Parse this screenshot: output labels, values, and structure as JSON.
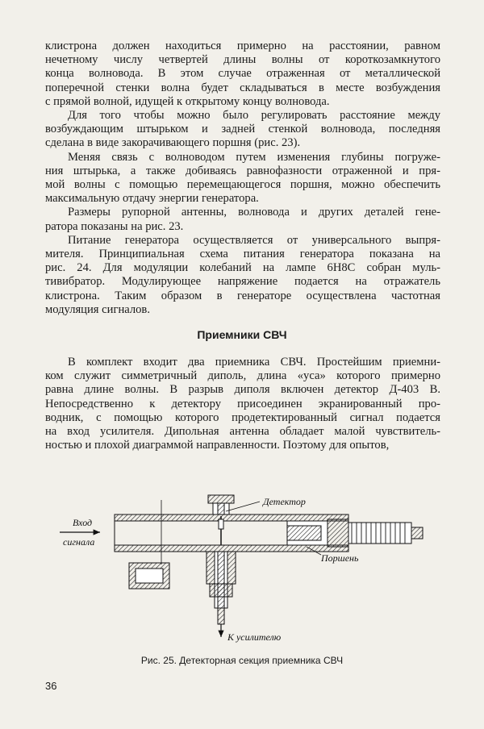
{
  "paragraphs_top": [
    {
      "indent": false,
      "lines": [
        "клистрона должен находиться примерно на расстоянии, равном",
        "нечетному числу четвертей длины волны от короткозамкнутого",
        "конца волновода. В этом случае отраженная от металлической",
        "поперечной стенки волна будет складываться в месте возбуждения",
        "с прямой волной, идущей к открытому концу волновода."
      ]
    },
    {
      "indent": true,
      "lines": [
        "Для того чтобы можно было регулировать расстояние между",
        "возбуждающим штырьком и задней стенкой волновода, последняя",
        "сделана в виде закорачивающего поршня (рис. 23)."
      ]
    },
    {
      "indent": true,
      "lines": [
        "Меняя связь с волноводом путем изменения глубины погруже-",
        "ния штырька, а также добиваясь равнофазности отраженной и пря-",
        "мой волны с помощью перемещающегося поршня, можно обеспечить",
        "максимальную отдачу энергии генератора."
      ]
    },
    {
      "indent": true,
      "lines": [
        "Размеры рупорной антенны, волновода и других деталей гене-",
        "ратора показаны на рис. 23."
      ]
    },
    {
      "indent": true,
      "lines": [
        "Питание генератора осуществляется от универсального выпря-",
        "мителя. Принципиальная схема питания генератора показана на",
        "рис. 24. Для модуляции колебаний на лампе 6Н8С собран муль-",
        "тивибратор. Модулирующее напряжение подается на отражатель",
        "клистрона. Таким образом в генераторе осуществлена частотная",
        "модуляция сигналов."
      ]
    }
  ],
  "section_heading": "Приемники СВЧ",
  "paragraphs_bottom": [
    {
      "indent": true,
      "lines": [
        "В комплект входит два приемника СВЧ. Простейшим приемни-",
        "ком служит симметричный диполь, длина «уса» которого примерно",
        "равна длине волны. В разрыв диполя включен детектор Д-403 В.",
        "Непосредственно к детектору присоединен экранированный про-",
        "водник, с помощью которого продетектированный сигнал подается",
        "на вход усилителя. Дипольная антенна обладает малой чувствитель-",
        "ностью и плохой диаграммой направленности. Поэтому для опытов,"
      ]
    }
  ],
  "figure": {
    "labels": {
      "input_line1": "Вход",
      "input_line2": "сигнала",
      "detector": "Детектор",
      "piston": "Поршень",
      "to_amplifier": "К усилителю"
    },
    "caption": "Рис. 25. Детекторная секция приемника СВЧ"
  },
  "page_number": "36"
}
